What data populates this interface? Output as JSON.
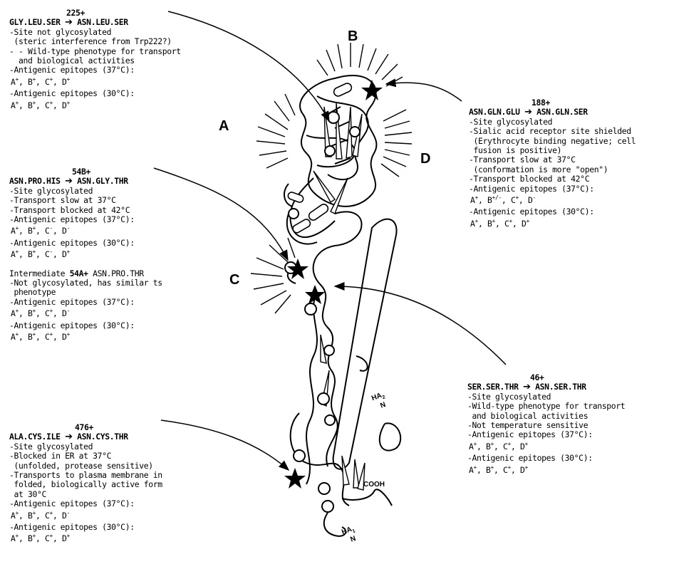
{
  "regions": {
    "a": "A",
    "b": "B",
    "c": "C",
    "d": "D"
  },
  "labels": {
    "cooh": "COOH",
    "ha2": "HA",
    "ha2_sub": "2",
    "ha2_n": "N",
    "ha1": "HA",
    "ha1_sub": "1",
    "ha1_n": "N"
  },
  "mutants": [
    {
      "id": "225",
      "number": "225+",
      "from": "GLY.LEU.SER",
      "to": "ASN.LEU.SER",
      "lines": [
        "-Site not glycosylated",
        " (steric interference from Trp222?)",
        "- - Wild-type phenotype for transport",
        "  and biological activities"
      ],
      "ep37_label": "-Antigenic epitopes (37°C):",
      "ep37": [
        [
          "A",
          "+"
        ],
        [
          "B",
          "+"
        ],
        [
          "C",
          "+"
        ],
        [
          "D",
          "+"
        ]
      ],
      "ep30_label": "-Antigenic epitopes (30°C):",
      "ep30": [
        [
          "A",
          "+"
        ],
        [
          "B",
          "+"
        ],
        [
          "C",
          "+"
        ],
        [
          "D",
          "+"
        ]
      ]
    },
    {
      "id": "54",
      "number": "54B+",
      "from": "ASN.PRO.HIS",
      "to": "ASN.GLY.THR",
      "lines": [
        "-Site glycosylated",
        "-Transport slow at 37°C",
        "-Transport blocked at 42°C"
      ],
      "ep37_label": "-Antigenic epitopes (37°C):",
      "ep37": [
        [
          "A",
          "+"
        ],
        [
          "B",
          "+"
        ],
        [
          "C",
          "-"
        ],
        [
          "D",
          "-"
        ]
      ],
      "ep30_label": "-Antigenic epitopes (30°C):",
      "ep30": [
        [
          "A",
          "+"
        ],
        [
          "B",
          "+"
        ],
        [
          "C",
          "-"
        ],
        [
          "D",
          "+"
        ]
      ],
      "intermediate_prefix": "Intermediate ",
      "intermediate_bold": "54A+",
      "intermediate_rest": " ASN.PRO.THR",
      "intermediate_lines": [
        "-Not glycosylated, has similar ts",
        " phenotype"
      ],
      "iep37_label": "-Antigenic epitopes (37°C):",
      "iep37": [
        [
          "A",
          "+"
        ],
        [
          "B",
          "+"
        ],
        [
          "C",
          "+"
        ],
        [
          "D",
          "-"
        ]
      ],
      "iep30_label": "-Antigenic epitopes (30°C):",
      "iep30": [
        [
          "A",
          "+"
        ],
        [
          "B",
          "+"
        ],
        [
          "C",
          "+"
        ],
        [
          "D",
          "+"
        ]
      ]
    },
    {
      "id": "476",
      "number": "476+",
      "from": "ALA.CYS.ILE",
      "to": "ASN.CYS.THR",
      "lines": [
        "-Site glycosylated",
        "-Blocked in ER at 37°C",
        " (unfolded, protease sensitive)",
        "-Transports to plasma membrane in",
        " folded, biologically active form",
        " at 30°C"
      ],
      "ep37_label": "-Antigenic epitopes (37°C):",
      "ep37": [
        [
          "A",
          "+"
        ],
        [
          "B",
          "+"
        ],
        [
          "C",
          "+"
        ],
        [
          "D",
          "-"
        ]
      ],
      "ep30_label": "-Antigenic epitopes (30°C):",
      "ep30": [
        [
          "A",
          "+"
        ],
        [
          "B",
          "+"
        ],
        [
          "C",
          "+"
        ],
        [
          "D",
          "+"
        ]
      ]
    },
    {
      "id": "188",
      "number": "188+",
      "from": "ASN.GLN.GLU",
      "to": "ASN.GLN.SER",
      "lines": [
        "-Site glycosylated",
        "-Sialic acid receptor site shielded",
        " (Erythrocyte binding negative; cell",
        " fusion is positive)",
        "-Transport slow at 37°C",
        " (conformation is more \"open\")",
        "-Transport blocked at 42°C"
      ],
      "ep37_label": "-Antigenic epitopes (37°C):",
      "ep37": [
        [
          "A",
          "+"
        ],
        [
          "B",
          "+/-"
        ],
        [
          "C",
          "+"
        ],
        [
          "D",
          "-"
        ]
      ],
      "ep30_label": "-Antigenic epitopes (30°C):",
      "ep30": [
        [
          "A",
          "+"
        ],
        [
          "B",
          "+"
        ],
        [
          "C",
          "+"
        ],
        [
          "D",
          "+"
        ]
      ]
    },
    {
      "id": "46",
      "number": "46+",
      "from": "SER.SER.THR",
      "to": "ASN.SER.THR",
      "lines": [
        "-Site glycosylated",
        "-Wild-type phenotype for transport",
        " and biological activities",
        "-Not temperature sensitive"
      ],
      "ep37_label": "-Antigenic epitopes (37°C):",
      "ep37": [
        [
          "A",
          "+"
        ],
        [
          "B",
          "+"
        ],
        [
          "C",
          "+"
        ],
        [
          "D",
          "+"
        ]
      ],
      "ep30_label": "-Antigenic epitopes (30°C):",
      "ep30": [
        [
          "A",
          "+"
        ],
        [
          "B",
          "+"
        ],
        [
          "C",
          "+"
        ],
        [
          "D",
          "+"
        ]
      ]
    }
  ]
}
